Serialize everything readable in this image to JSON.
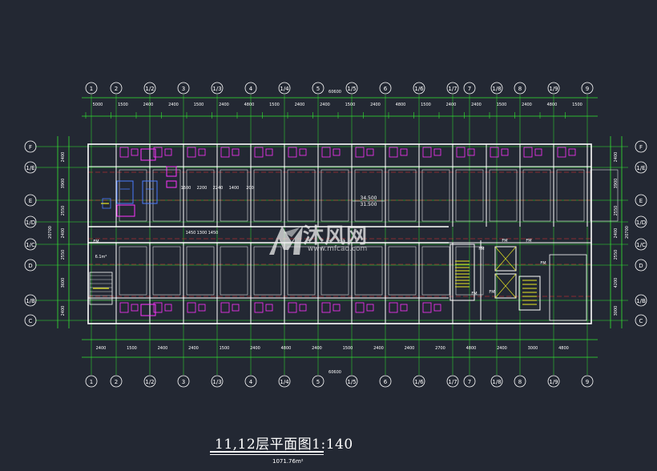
{
  "drawing": {
    "title": "11,12层平面图1:140",
    "area": "1071.76m²",
    "total_dim": "60600",
    "watermark": "沐风网",
    "watermark_url": "www.mfcad.com"
  },
  "axes": {
    "vertical": [
      "1",
      "2",
      "1/2",
      "3",
      "1/3",
      "4",
      "1/4",
      "5",
      "1/5",
      "6",
      "1/6",
      "1/7",
      "7",
      "1/8",
      "8",
      "1/9",
      "9"
    ],
    "horizontal_top_to_bottom": [
      "F",
      "1/E",
      "E",
      "1/D",
      "1/C",
      "D",
      "1/B",
      "C"
    ]
  },
  "dimensions": {
    "top_row": [
      "5000",
      "1500",
      "2400",
      "2400",
      "1500",
      "2400",
      "4800",
      "1500",
      "2400",
      "2400",
      "1500",
      "2400",
      "4800",
      "1500",
      "2400",
      "2400",
      "1500",
      "2400",
      "4800",
      "1500"
    ],
    "bottom_row": [
      "2400",
      "1500",
      "2400",
      "2400",
      "1500",
      "2400",
      "4800",
      "2400",
      "1500",
      "2400",
      "2400",
      "2700",
      "4800",
      "2400",
      "3000",
      "4800"
    ],
    "left_side": [
      "2400",
      "3900",
      "2550",
      "2400",
      "2550",
      "3600",
      "2400"
    ],
    "left_total": "20700",
    "right_side": [
      "2400",
      "3900",
      "2550",
      "2400",
      "2550",
      "4200",
      "3000"
    ],
    "right_total": "20700"
  },
  "labels": {
    "elevation_1": "34.500",
    "elevation_2": "31.500",
    "fm": "FM",
    "area_label": "6.1m²",
    "dims_mid": [
      "1450",
      "1300",
      "1450"
    ],
    "dims_stair": [
      "1600",
      "2200",
      "2240",
      "1400",
      "200"
    ]
  },
  "colors": {
    "background": "#232833",
    "wall": "#ffffff",
    "axis_green": "#33e633",
    "axis_red": "#ee3333",
    "furniture_magenta": "#ff33ff",
    "furniture_blue": "#4a7cff",
    "stair_yellow": "#e8e823"
  }
}
